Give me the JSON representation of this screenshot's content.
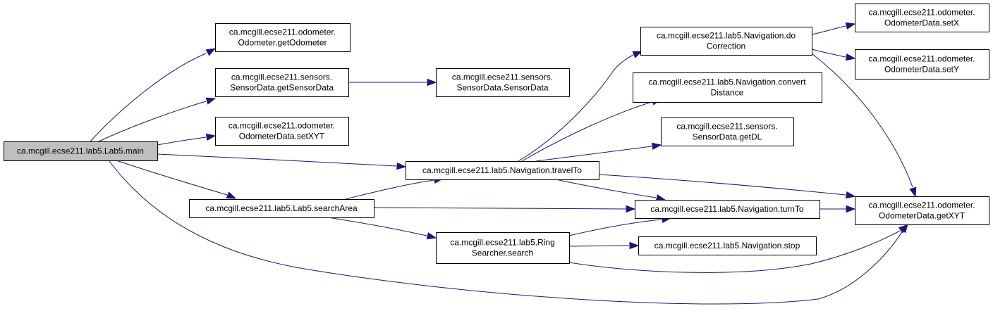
{
  "colors": {
    "edge": "#191970",
    "node_border": "#000000",
    "node_fill": "#ffffff",
    "root_fill": "#bfbfbf"
  },
  "nodes": [
    {
      "id": "main",
      "lines": [
        "ca.mcgill.ecse211.lab5.Lab5.main"
      ],
      "root": true
    },
    {
      "id": "getOdometer",
      "lines": [
        "ca.mcgill.ecse211.odometer.",
        "Odometer.getOdometer"
      ]
    },
    {
      "id": "getSensorData",
      "lines": [
        "ca.mcgill.ecse211.sensors.",
        "SensorData.getSensorData"
      ]
    },
    {
      "id": "sensorDataCtor",
      "lines": [
        "ca.mcgill.ecse211.sensors.",
        "SensorData.SensorData"
      ]
    },
    {
      "id": "setXYT",
      "lines": [
        "ca.mcgill.ecse211.odometer.",
        "OdometerData.setXYT"
      ]
    },
    {
      "id": "travelTo",
      "lines": [
        "ca.mcgill.ecse211.lab5.Navigation.travelTo"
      ]
    },
    {
      "id": "searchArea",
      "lines": [
        "ca.mcgill.ecse211.lab5.Lab5.searchArea"
      ]
    },
    {
      "id": "ringSearch",
      "lines": [
        "ca.mcgill.ecse211.lab5.Ring",
        "Searcher.search"
      ]
    },
    {
      "id": "doCorrection",
      "lines": [
        "ca.mcgill.ecse211.lab5.Navigation.do",
        "Correction"
      ]
    },
    {
      "id": "convertDistance",
      "lines": [
        "ca.mcgill.ecse211.lab5.Navigation.convert",
        "Distance"
      ]
    },
    {
      "id": "getDL",
      "lines": [
        "ca.mcgill.ecse211.sensors.",
        "SensorData.getDL"
      ]
    },
    {
      "id": "turnTo",
      "lines": [
        "ca.mcgill.ecse211.lab5.Navigation.turnTo"
      ]
    },
    {
      "id": "stop",
      "lines": [
        "ca.mcgill.ecse211.lab5.Navigation.stop"
      ]
    },
    {
      "id": "setX",
      "lines": [
        "ca.mcgill.ecse211.odometer.",
        "OdometerData.setX"
      ]
    },
    {
      "id": "setY",
      "lines": [
        "ca.mcgill.ecse211.odometer.",
        "OdometerData.setY"
      ]
    },
    {
      "id": "getXYT",
      "lines": [
        "ca.mcgill.ecse211.odometer.",
        "OdometerData.getXYT"
      ]
    }
  ],
  "edges": [
    {
      "from": "main",
      "to": "getOdometer"
    },
    {
      "from": "main",
      "to": "getSensorData"
    },
    {
      "from": "main",
      "to": "setXYT"
    },
    {
      "from": "main",
      "to": "travelTo"
    },
    {
      "from": "main",
      "to": "searchArea"
    },
    {
      "from": "main",
      "to": "getXYT"
    },
    {
      "from": "getSensorData",
      "to": "sensorDataCtor"
    },
    {
      "from": "searchArea",
      "to": "travelTo"
    },
    {
      "from": "searchArea",
      "to": "turnTo"
    },
    {
      "from": "searchArea",
      "to": "ringSearch"
    },
    {
      "from": "travelTo",
      "to": "doCorrection"
    },
    {
      "from": "travelTo",
      "to": "convertDistance"
    },
    {
      "from": "travelTo",
      "to": "getDL"
    },
    {
      "from": "travelTo",
      "to": "turnTo"
    },
    {
      "from": "travelTo",
      "to": "getXYT"
    },
    {
      "from": "ringSearch",
      "to": "turnTo"
    },
    {
      "from": "ringSearch",
      "to": "stop"
    },
    {
      "from": "ringSearch",
      "to": "getXYT"
    },
    {
      "from": "doCorrection",
      "to": "setX"
    },
    {
      "from": "doCorrection",
      "to": "setY"
    },
    {
      "from": "doCorrection",
      "to": "getXYT"
    },
    {
      "from": "turnTo",
      "to": "getXYT"
    }
  ]
}
